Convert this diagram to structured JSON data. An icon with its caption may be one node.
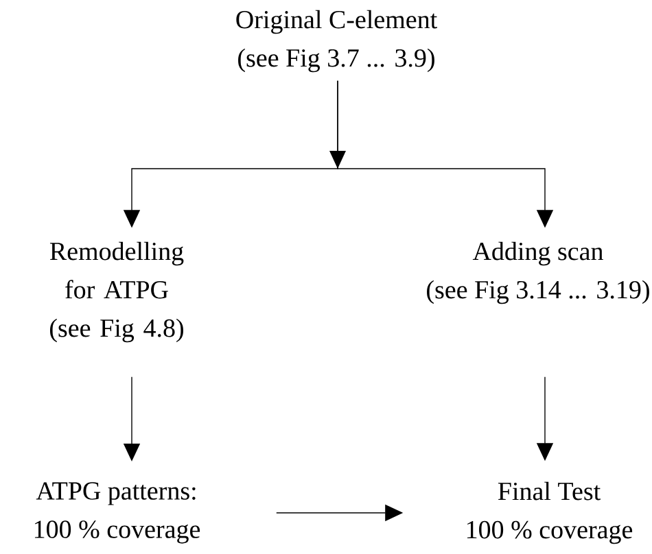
{
  "diagram": {
    "nodes": [
      {
        "text": [
          "Original C-element",
          "(see Fig 3.7 ... 3.9)"
        ]
      },
      {
        "text": [
          "Remodelling for ATPG",
          "(see Fig 4.8)"
        ]
      },
      {
        "text": [
          "Adding scan",
          "(see Fig 3.14 ... 3.19)"
        ]
      },
      {
        "text": [
          "ATPG patterns:",
          "100 % coverage"
        ]
      },
      {
        "text": [
          "Final Test",
          "100 % coverage"
        ]
      }
    ],
    "edges": [
      {
        "from": 0,
        "to": 1,
        "arrow": "to"
      },
      {
        "from": 0,
        "to": 2,
        "arrow": "to"
      },
      {
        "from": 1,
        "to": 3,
        "arrow": "to"
      },
      {
        "from": 2,
        "to": 4,
        "arrow": "to"
      },
      {
        "from": 3,
        "to": 4,
        "arrow": "to"
      }
    ]
  }
}
